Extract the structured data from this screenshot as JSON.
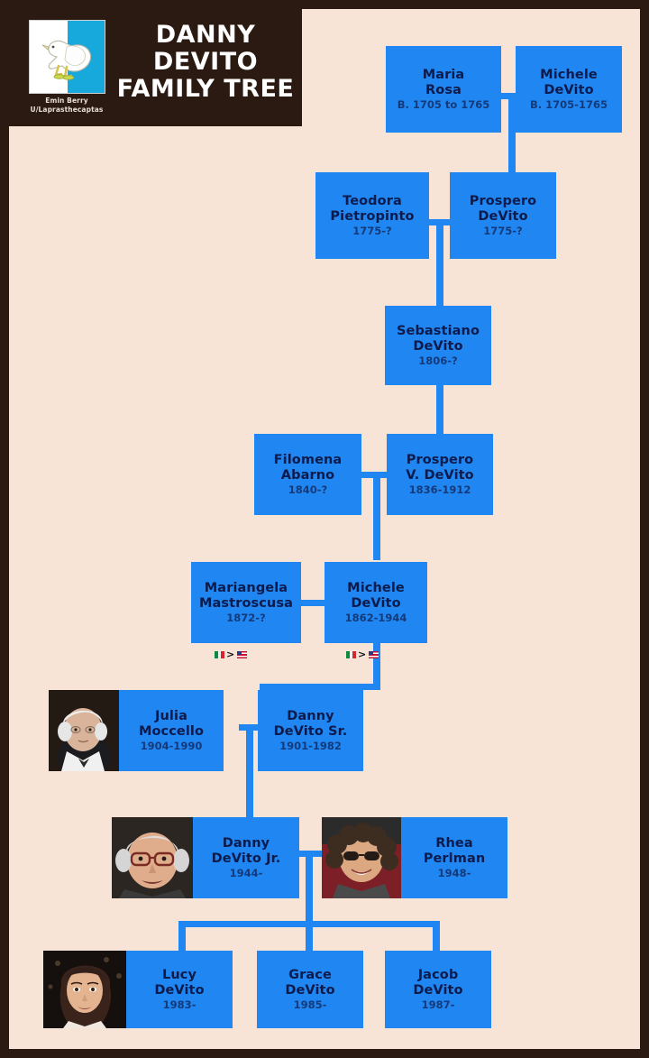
{
  "header": {
    "title": "DANNY DEVITO FAMILY TREE",
    "title_lines": [
      "DANNY",
      "DEVITO",
      "FAMILY TREE"
    ],
    "credit_line1": "Emin Berry",
    "credit_line2": "U/Laprasthecaptas",
    "logo_name": "dove-flag-logo"
  },
  "colors": {
    "frame": "#2b1a12",
    "background": "#f7e4d7",
    "node": "#1f86f2",
    "node_text": "#0d1b4c",
    "year_text": "#153a7a",
    "connector": "#1f86f2",
    "logo_cyan": "#17a9dc"
  },
  "nodes": [
    {
      "id": "maria-rosa",
      "name": "Maria Rosa",
      "name_lines": [
        "Maria",
        "Rosa"
      ],
      "years": "B. 1705 to 1765",
      "photo": false
    },
    {
      "id": "michele-devito-1705",
      "name": "Michele DeVito",
      "name_lines": [
        "Michele",
        "DeVito"
      ],
      "years": "B. 1705-1765",
      "photo": false
    },
    {
      "id": "teodora-pietropinto",
      "name": "Teodora Pietropinto",
      "name_lines": [
        "Teodora",
        "Pietropinto"
      ],
      "years": "1775-?",
      "photo": false
    },
    {
      "id": "prospero-devito",
      "name": "Prospero DeVito",
      "name_lines": [
        "Prospero",
        "DeVito"
      ],
      "years": "1775-?",
      "photo": false
    },
    {
      "id": "sebastiano-devito",
      "name": "Sebastiano DeVito",
      "name_lines": [
        "Sebastiano",
        "DeVito"
      ],
      "years": "1806-?",
      "photo": false
    },
    {
      "id": "filomena-abarno",
      "name": "Filomena Abarno",
      "name_lines": [
        "Filomena",
        "Abarno"
      ],
      "years": "1840-?",
      "photo": false
    },
    {
      "id": "prospero-v-devito",
      "name": "Prospero V. DeVito",
      "name_lines": [
        "Prospero",
        "V. DeVito"
      ],
      "years": "1836-1912",
      "photo": false
    },
    {
      "id": "mariangela-mastroscusa",
      "name": "Mariangela Mastroscusa",
      "name_lines": [
        "Mariangela",
        "Mastroscusa"
      ],
      "years": "1872-?",
      "photo": false
    },
    {
      "id": "michele-devito-1862",
      "name": "Michele DeVito",
      "name_lines": [
        "Michele",
        "DeVito"
      ],
      "years": "1862-1944",
      "photo": false
    },
    {
      "id": "julia-moccello",
      "name": "Julia Moccello",
      "name_lines": [
        "Julia",
        "Moccello"
      ],
      "years": "1904-1990",
      "photo": true
    },
    {
      "id": "danny-devito-sr",
      "name": "Danny DeVito Sr.",
      "name_lines": [
        "Danny",
        "DeVito Sr."
      ],
      "years": "1901-1982",
      "photo": false
    },
    {
      "id": "danny-devito-jr",
      "name": "Danny DeVito Jr.",
      "name_lines": [
        "Danny",
        "DeVito Jr."
      ],
      "years": "1944-",
      "photo": true
    },
    {
      "id": "rhea-perlman",
      "name": "Rhea Perlman",
      "name_lines": [
        "Rhea",
        "Perlman"
      ],
      "years": "1948-",
      "photo": true
    },
    {
      "id": "lucy-devito",
      "name": "Lucy DeVito",
      "name_lines": [
        "Lucy",
        "DeVito"
      ],
      "years": "1983-",
      "photo": true
    },
    {
      "id": "grace-devito",
      "name": "Grace DeVito",
      "name_lines": [
        "Grace",
        "DeVito"
      ],
      "years": "1985-",
      "photo": false
    },
    {
      "id": "jacob-devito",
      "name": "Jacob DeVito",
      "name_lines": [
        "Jacob",
        "DeVito"
      ],
      "years": "1987-",
      "photo": false
    }
  ],
  "migration_markers": [
    {
      "id": "migration-mariangela",
      "from_flag": "italy",
      "arrow": ">",
      "to_flag": "usa"
    },
    {
      "id": "migration-michele",
      "from_flag": "italy",
      "arrow": ">",
      "to_flag": "usa"
    }
  ]
}
